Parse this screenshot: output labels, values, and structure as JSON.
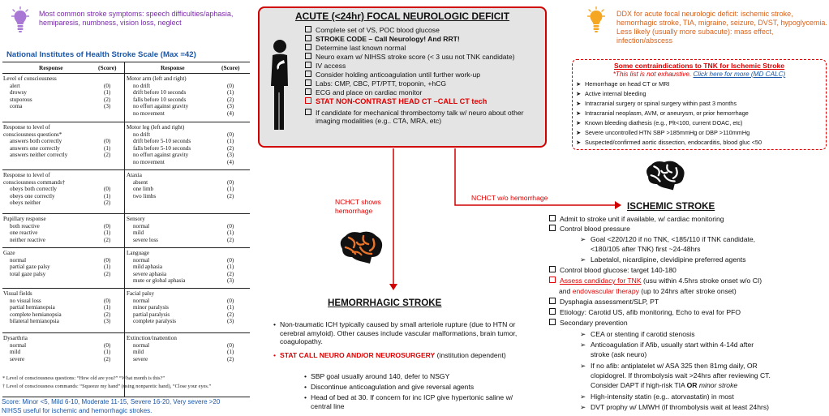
{
  "colors": {
    "red": "#e00000",
    "blue": "#1a56a8",
    "purple": "#7a2bab",
    "orange": "#d9621c",
    "bulb_purple": "#a978d4",
    "bulb_orange": "#f5a623",
    "panel_gray": "#e4e4e4"
  },
  "icons": {
    "bulb": "lightbulb-icon",
    "person": "person-standing-icon",
    "brain": "brain-icon"
  },
  "symptoms_note": "Most common stroke symptoms: speech difficulties/aphasia, hemiparesis, numbness, vision loss, neglect",
  "ddx_note": "DDX for acute focal neurologic deficit: ischemic stroke, hemorrhagic stroke, TIA, migraine, seizure, DVST, hypoglycemia.  Less likely (usually more subacute): mass effect, infection/abscess",
  "nihss": {
    "title": "National Institutes of Health Stroke Scale",
    "max": "(Max =42)",
    "headers": [
      "Response",
      "(Score)",
      "Response",
      "(Score)"
    ],
    "rows": [
      {
        "left": [
          [
            "Level of consciousness",
            ""
          ],
          [
            "alert",
            "(0)"
          ],
          [
            "drowsy",
            "(1)"
          ],
          [
            "stuporous",
            "(2)"
          ],
          [
            "coma",
            "(3)"
          ]
        ],
        "right": [
          [
            "Motor arm (left and right)",
            ""
          ],
          [
            "no drift",
            "(0)"
          ],
          [
            "drift before 10 seconds",
            "(1)"
          ],
          [
            "falls before 10 seconds",
            "(2)"
          ],
          [
            "no effort against gravity",
            "(3)"
          ],
          [
            "no movement",
            "(4)"
          ]
        ]
      },
      {
        "left": [
          [
            "Response to level of",
            ""
          ],
          [
            "consciousness questions*",
            ""
          ],
          [
            "answers both correctly",
            "(0)"
          ],
          [
            "answers one correctly",
            "(1)"
          ],
          [
            "answers neither correctly",
            "(2)"
          ]
        ],
        "right": [
          [
            "Motor leg (left and right)",
            ""
          ],
          [
            "no drift",
            "(0)"
          ],
          [
            "drift before 5-10 seconds",
            "(1)"
          ],
          [
            "falls before 5-10 seconds",
            "(2)"
          ],
          [
            "no effort against gravity",
            "(3)"
          ],
          [
            "no movement",
            "(4)"
          ]
        ]
      },
      {
        "left": [
          [
            "Response to level of",
            ""
          ],
          [
            "consciousness commands†",
            ""
          ],
          [
            "obeys both correctly",
            "(0)"
          ],
          [
            "obeys one correctly",
            "(1)"
          ],
          [
            "obeys neither",
            "(2)"
          ]
        ],
        "right": [
          [
            "Ataxia",
            ""
          ],
          [
            "absent",
            "(0)"
          ],
          [
            "one limb",
            "(1)"
          ],
          [
            "two limbs",
            "(2)"
          ]
        ]
      },
      {
        "left": [
          [
            "Pupillary response",
            ""
          ],
          [
            "both reactive",
            "(0)"
          ],
          [
            "one reactive",
            "(1)"
          ],
          [
            "neither reactive",
            "(2)"
          ]
        ],
        "right": [
          [
            "Sensory",
            ""
          ],
          [
            "normal",
            "(0)"
          ],
          [
            "mild",
            "(1)"
          ],
          [
            "severe loss",
            "(2)"
          ]
        ]
      },
      {
        "left": [
          [
            "Gaze",
            ""
          ],
          [
            "normal",
            "(0)"
          ],
          [
            "partial gaze palsy",
            "(1)"
          ],
          [
            "total gaze palsy",
            "(2)"
          ]
        ],
        "right": [
          [
            "Language",
            ""
          ],
          [
            "normal",
            "(0)"
          ],
          [
            "mild aphasia",
            "(1)"
          ],
          [
            "severe aphasia",
            "(2)"
          ],
          [
            "mute or global aphasia",
            "(3)"
          ]
        ]
      },
      {
        "left": [
          [
            "Visual fields",
            ""
          ],
          [
            "no visual loss",
            "(0)"
          ],
          [
            "partial hemianopsia",
            "(1)"
          ],
          [
            "complete hemianopsia",
            "(2)"
          ],
          [
            "bilateral hemianopsia",
            "(3)"
          ]
        ],
        "right": [
          [
            "Facial palsy",
            ""
          ],
          [
            "normal",
            "(0)"
          ],
          [
            "minor paralysis",
            "(1)"
          ],
          [
            "partial paralysis",
            "(2)"
          ],
          [
            "complete paralysis",
            "(3)"
          ]
        ]
      },
      {
        "left": [
          [
            "Dysarthria",
            ""
          ],
          [
            "normal",
            "(0)"
          ],
          [
            "mild",
            "(1)"
          ],
          [
            "severe",
            "(2)"
          ]
        ],
        "right": [
          [
            "Extinction/inattention",
            ""
          ],
          [
            "normal",
            "(0)"
          ],
          [
            "mild",
            "(1)"
          ],
          [
            "severe",
            "(2)"
          ]
        ]
      }
    ],
    "footnote1": "*  Level of consciousness questions: “How old are you?”  “What month is this?”",
    "footnote2": "†  Level of consciousness commands: “Squeeze my hand” (using nonparetic hand), “Close your eyes.”",
    "score_line": "Score: Minor <5, Mild 6-10, Moderate 11-15, Severe 16-20, Very severe >20",
    "score_line2": "NIHSS useful for ischemic and hemorrhagic strokes."
  },
  "acute": {
    "title": "ACUTE (<24hr) FOCAL NEUROLOGIC DEFICIT",
    "items": [
      {
        "text": "Complete set of VS, POC blood glucose",
        "style": "plain"
      },
      {
        "text": "STROKE CODE – Call Neurology! And RRT!",
        "style": "bold"
      },
      {
        "text": "Determine last known normal",
        "style": "plain"
      },
      {
        "text": "Neuro exam w/ NIHSS stroke score (< 3 usu not TNK candidate)",
        "style": "plain"
      },
      {
        "text": "IV access",
        "style": "plain"
      },
      {
        "text": "Consider holding anticoagulation until further work-up",
        "style": "plain"
      },
      {
        "text": "Labs: CMP, CBC, PT/PTT, troponin, +hCG",
        "style": "plain"
      },
      {
        "text": "ECG and place on cardiac monitor",
        "style": "plain"
      },
      {
        "text": "STAT NON-CONTRAST HEAD CT –CALL CT tech",
        "style": "red"
      },
      {
        "text": "If candidate for mechanical thrombectomy talk w/ neuro about other imaging modalities (e.g.. CTA, MRA, etc)",
        "style": "plain"
      }
    ]
  },
  "contra": {
    "title": "Some contraindications to TNK for Ischemic Stroke",
    "subtitle": "*This list is not exhaustive. ",
    "link": "Click here for more (MD CALC)",
    "items": [
      "Hemorrhage on head CT or MRI",
      "Active internal bleeding",
      "Intracranial surgery or spinal surgery within past 3 months",
      "Intracranial neoplasm, AVM, or aneurysm, or prior hemorrhage",
      "Known bleeding diathesis (e.g., Plt<100, current DOAC, etc)",
      "Severe uncontrolled HTN SBP >185mmHg or DBP >110mmHg",
      "Suspected/confirmed aortic dissection, endocarditis, blood gluc <50"
    ]
  },
  "arrows": {
    "hemorrhage": "NCHCT shows\nhemorrhage",
    "no_hemorrhage": "NCHCT w/o hemorrhage"
  },
  "hemo": {
    "title": "HEMORRHAGIC STROKE",
    "b1": "Non-traumatic ICH typically caused by small arteriole rupture (due to HTN or cerebral amyloid). Other causes include vascular malformations, brain tumor, coagulopathy.",
    "b2_red": "STAT CALL NEURO AND/OR NEUROSURGERY",
    "b2_rest": " (institution dependent)",
    "sub": [
      "SBP goal usually around 140, defer to NSGY",
      "Discontinue anticoagulation and give reversal agents",
      "Head of bed at 30. If concern for inc ICP give hypertonic saline w/ central line"
    ]
  },
  "isch": {
    "title": "ISCHEMIC STROKE",
    "l1": "Admit to stroke unit if available, w/ cardiac monitoring",
    "l2": "Control blood pressure",
    "l3": "Goal <220/120 if no TNK, <185/110 if TNK candidate,",
    "l4": "<180/105 after TNK)  first ~24-48hrs",
    "l5": "Labetalol, nicardipine, clevidipine preferred agents",
    "l6": "Control blood glucose: target 140-180",
    "l7a": "Assess candidacy for TNK",
    "l7b": " (usu within 4.5hrs stroke onset w/o CI)",
    "l8a": "and ",
    "l8b": "endovascular therapy",
    "l8c": " (up to 24hrs after stroke onset)",
    "l9": "Dysphagia assessment/SLP, PT",
    "l10": "Etiology: Carotid US, afib monitoring, Echo to eval for PFO",
    "l11": "Secondary prevention",
    "l12": "CEA or stenting if carotid stenosis",
    "l13": "Anticoagulation if Afib, usually start within 4-14d after",
    "l14": "stroke (ask neuro)",
    "l15": "If no afib: antiplatelet w/ ASA 325 then 81mg daily, OR",
    "l16": "clopidogrel. If thrombolysis wait >24hrs after reviewing CT.",
    "l17a": "Consider DAPT if high-risk TIA ",
    "l17b": "OR",
    "l17c": " minor stroke",
    "l18": "High-intensity statin (e.g.. atorvastatin) in most",
    "l19": "DVT prophy w/ LMWH (if thrombolysis wait at least 24hrs)"
  }
}
